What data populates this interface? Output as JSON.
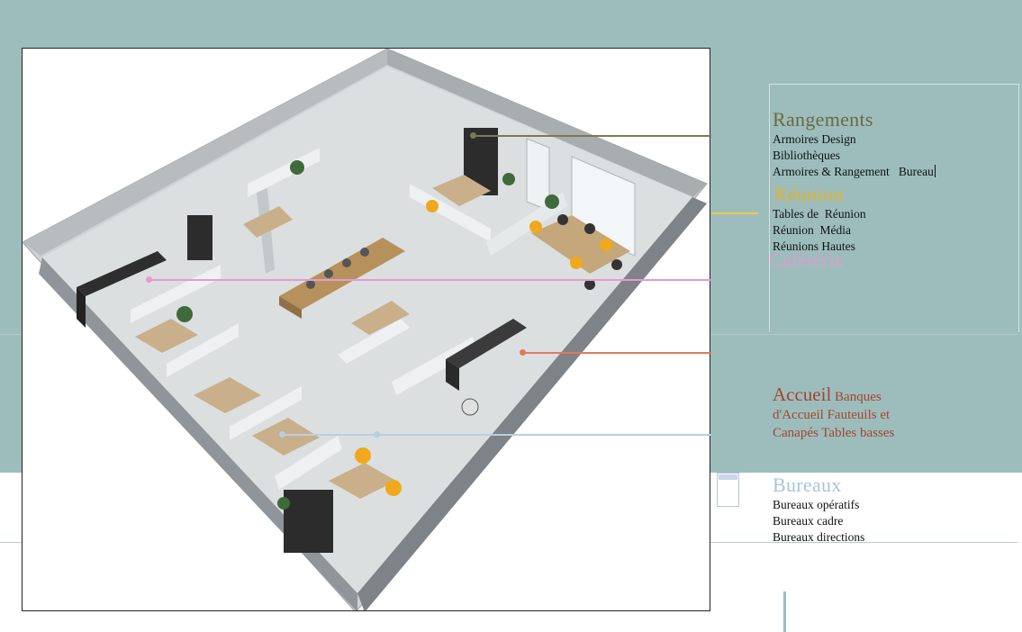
{
  "rangements": {
    "title": "Rangements",
    "items": [
      "Armoires Design",
      "Bibliothèques",
      "Armoires & Rangement   Bureau"
    ],
    "color": "#6b6a3e"
  },
  "reunion": {
    "title": "Réunion",
    "items": [
      "Tables de  Réunion",
      "Réunion  Média",
      "Réunions Hautes"
    ],
    "color": "#e3b325"
  },
  "cafeteria": {
    "title": "Cafétéria",
    "color": "#d9a0c8"
  },
  "accueil": {
    "title": "Accueil",
    "description": "Banques d'Accueil Fauteuils et Canapés Tables basses",
    "color": "#a5442b"
  },
  "bureaux": {
    "title": "Bureaux",
    "items": [
      "Bureaux opératifs",
      "Bureaux cadre",
      "Bureaux directions"
    ],
    "color": "#a9c4dc"
  },
  "colors": {
    "band": "#9dbdbd",
    "leader_rangements": "#7b7a55",
    "leader_reunion": "#f1c84a",
    "leader_cafeteria": "#e59ad0",
    "leader_accueil": "#e07a5f",
    "leader_bureaux": "#b7cfe3"
  }
}
